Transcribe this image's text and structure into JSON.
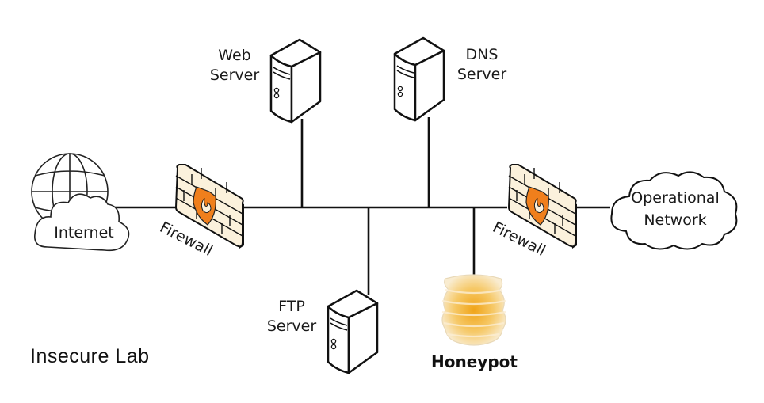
{
  "diagram": {
    "title": "Insecure Lab",
    "nodes": {
      "internet": {
        "label": "Internet",
        "type": "cloud-globe"
      },
      "firewall_left": {
        "label": "Firewall",
        "type": "firewall"
      },
      "web_server": {
        "label_line1": "Web",
        "label_line2": "Server",
        "type": "server"
      },
      "dns_server": {
        "label_line1": "DNS",
        "label_line2": "Server",
        "type": "server"
      },
      "ftp_server": {
        "label_line1": "FTP",
        "label_line2": "Server",
        "type": "server"
      },
      "honeypot": {
        "label": "Honeypot",
        "type": "honeypot"
      },
      "firewall_right": {
        "label": "Firewall",
        "type": "firewall"
      },
      "operational_network": {
        "label_line1": "Operational",
        "label_line2": "Network",
        "type": "cloud"
      }
    },
    "connections": [
      [
        "internet",
        "firewall_left"
      ],
      [
        "firewall_left",
        "bus"
      ],
      [
        "web_server",
        "bus"
      ],
      [
        "dns_server",
        "bus"
      ],
      [
        "ftp_server",
        "bus"
      ],
      [
        "honeypot",
        "bus"
      ],
      [
        "bus",
        "firewall_right"
      ],
      [
        "firewall_right",
        "operational_network"
      ]
    ],
    "colors": {
      "line": "#111111",
      "brick": "#fbf1dc",
      "shield": "#f07f1c",
      "honey": "#f2b233"
    }
  }
}
